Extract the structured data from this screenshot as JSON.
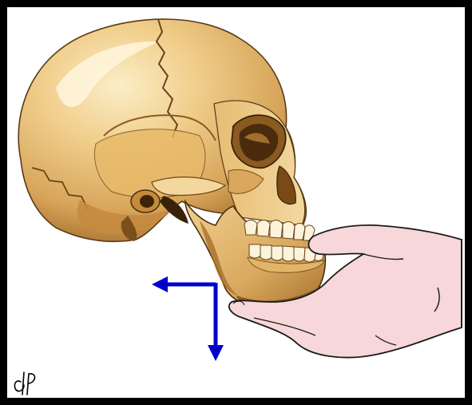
{
  "figure": {
    "subject": "skull-with-hand-on-jaw",
    "signature": "dP",
    "colors": {
      "frame": "#000000",
      "background": "#ffffff",
      "bone_light": "#f6e0aa",
      "bone_mid": "#e3b86d",
      "bone_dark": "#b67f38",
      "bone_shadow": "#5a3a16",
      "hand_fill": "#f7d7d9",
      "hand_outline": "#1a1a1a",
      "arrow": "#0000cc"
    },
    "arrows": [
      {
        "name": "arrow-left",
        "direction": "left"
      },
      {
        "name": "arrow-down",
        "direction": "down"
      }
    ]
  }
}
